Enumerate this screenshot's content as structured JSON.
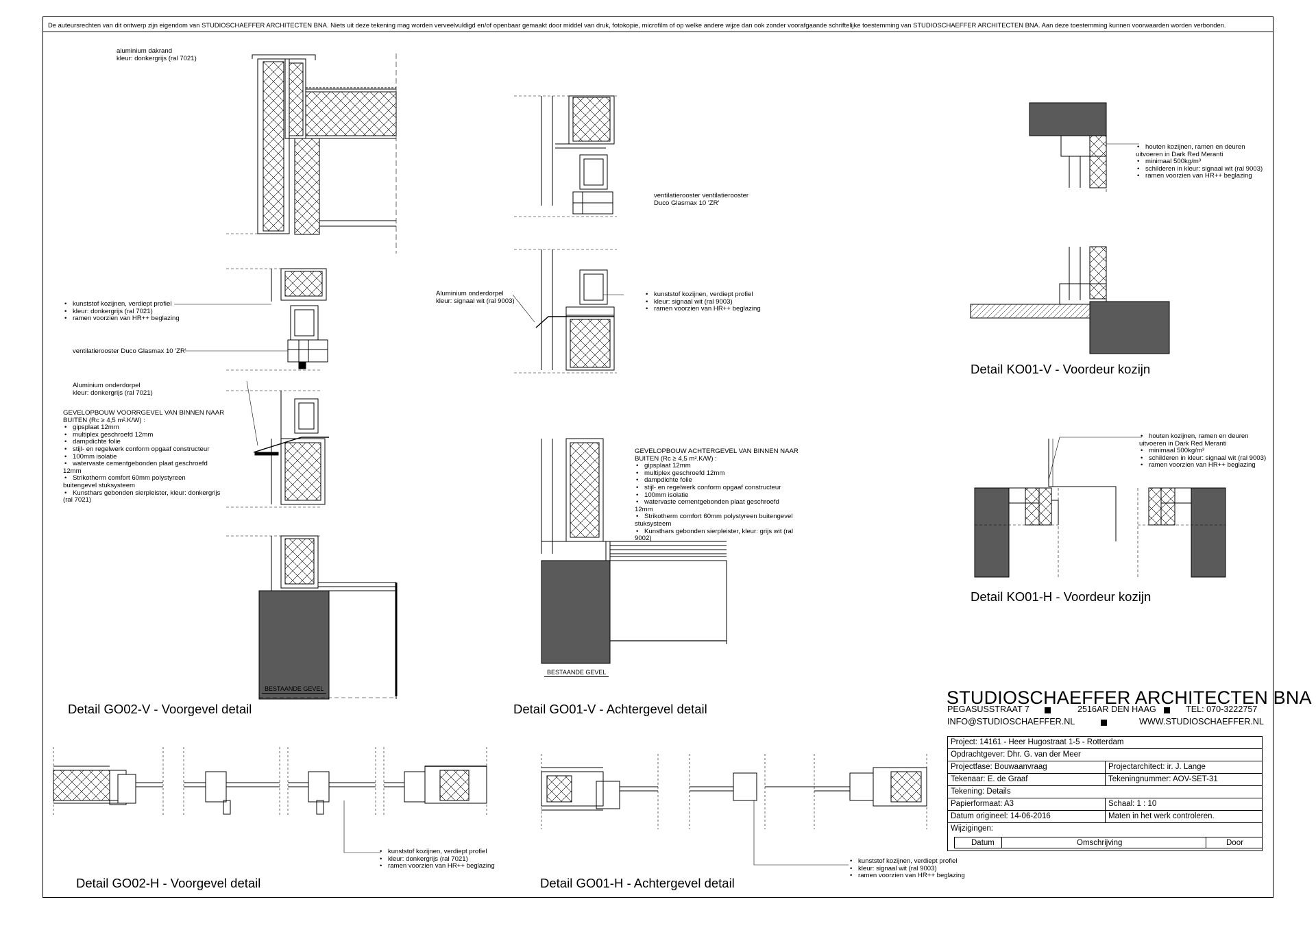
{
  "copyright": "De auteursrechten van dit ontwerp zijn eigendom van STUDIOSCHAEFFER ARCHITECTEN BNA. Niets uit deze tekening mag worden verveelvuldigd en/of openbaar gemaakt door middel van druk, fotokopie, microfilm of op welke andere wijze dan ook zonder voorafgaande schriftelijke toestemming van STUDIOSCHAEFFER ARCHITECTEN BNA. Aan deze toestemming kunnen voorwaarden worden verbonden.",
  "details": {
    "go02v": {
      "title": "Detail GO02-V - Voorgevel detail",
      "note_dakrand": [
        "aluminium dakrand",
        "kleur: donkergrijs (ral 7021)"
      ],
      "note_kozijn": [
        "kunststof kozijnen, verdiept profiel",
        "kleur: donkergrijs (ral 7021)",
        "ramen voorzien van HR++ beglazing"
      ],
      "note_rooster": "ventilatierooster Duco Glasmax 10 'ZR'",
      "note_dorpel": [
        "Aluminium onderdorpel",
        "kleur: donkergrijs (ral 7021)"
      ],
      "opbouw_head": [
        "GEVELOPBOUW VOORRGEVEL VAN BINNEN NAAR",
        "BUITEN (Rc ≥ 4,5 m².K/W) :"
      ],
      "opbouw_items": [
        "gipsplaat 12mm",
        "multiplex geschroefd 12mm",
        "dampdichte folie",
        "stijl- en regelwerk conform opgaaf constructeur",
        "100mm isolatie",
        "watervaste cementgebonden plaat geschroefd 12mm",
        "Strikotherm comfort 60mm polystyreen buitengevel stuksysteem",
        "Kunsthars gebonden sierpleister, kleur: donkergrijs (ral 7021)"
      ],
      "tag": "BESTAANDE GEVEL"
    },
    "go01v": {
      "title": "Detail GO01-V - Achtergevel detail",
      "note_rooster": [
        "ventilatierooster ventilatierooster",
        "Duco Glasmax 10 'ZR'"
      ],
      "note_dorpel": [
        "Aluminium onderdorpel",
        "kleur: signaal wit (ral 9003)"
      ],
      "note_kozijn": [
        "kunststof kozijnen, verdiept profiel",
        "kleur: signaal wit (ral 9003)",
        "ramen voorzien van HR++ beglazing"
      ],
      "opbouw_head": [
        "GEVELOPBOUW ACHTERGEVEL VAN BINNEN NAAR",
        "BUITEN (Rc ≥ 4,5 m².K/W) :"
      ],
      "opbouw_items": [
        "gipsplaat 12mm",
        "multiplex geschroefd 12mm",
        "dampdichte folie",
        "stijl- en regelwerk conform opgaaf constructeur",
        "100mm isolatie",
        "watervaste cementgebonden plaat geschroefd 12mm",
        "Strikotherm comfort 60mm polystyreen buitengevel stuksysteem",
        "Kunsthars gebonden sierpleister, kleur: grijs wit (ral 9002)"
      ],
      "tag": "BESTAANDE GEVEL"
    },
    "ko01v": {
      "title": "Detail KO01-V - Voordeur kozijn",
      "note": [
        "houten kozijnen, ramen en deuren uitvoeren in Dark Red Meranti",
        "minimaal 500kg/m³",
        "schilderen in kleur: signaal wit (ral 9003)",
        "ramen voorzien van HR++ beglazing"
      ]
    },
    "ko01h": {
      "title": "Detail KO01-H - Voordeur kozijn",
      "note": [
        "houten kozijnen, ramen en deuren uitvoeren in Dark Red Meranti",
        "minimaal 500kg/m³",
        "schilderen in kleur: signaal wit (ral 9003)",
        "ramen voorzien van HR++ beglazing"
      ]
    },
    "go02h": {
      "title": "Detail GO02-H - Voorgevel detail",
      "note": [
        "kunststof kozijnen, verdiept profiel",
        "kleur: donkergrijs (ral 7021)",
        "ramen voorzien van HR++ beglazing"
      ]
    },
    "go01h": {
      "title": "Detail GO01-H - Achtergevel detail",
      "note": [
        "kunststof kozijnen, verdiept profiel",
        "kleur: signaal wit (ral 9003)",
        "ramen voorzien van HR++ beglazing"
      ]
    }
  },
  "firm": {
    "name": "STUDIOSCHAEFFER ARCHITECTEN BNA",
    "street": "PEGASUSSTRAAT 7",
    "city": "2516AR DEN HAAG",
    "tel": "TEL: 070-3222757",
    "email": "INFO@STUDIOSCHAEFFER.NL",
    "web": "WWW.STUDIOSCHAEFFER.NL"
  },
  "titleblock": {
    "project": "Project: 14161 - Heer Hugostraat 1-5 - Rotterdam",
    "opdrachtgever": "Opdrachtgever: Dhr. G. van der Meer",
    "projectfase": "Projectfase: Bouwaanvraag",
    "projectarchitect": "Projectarchitect: ir. J. Lange",
    "tekenaar": "Tekenaar: E. de Graaf",
    "tekeningnummer": "Tekeningnummer:  AOV-SET-31",
    "tekening": "Tekening: Details",
    "papierformaat": "Papierformaat: A3",
    "schaal": "Schaal:   1 : 10",
    "datum": "Datum origineel:  14-06-2016",
    "maten": "Maten in het werk controleren.",
    "wijzigingen": "Wijzigingen:",
    "col_datum": "Datum",
    "col_omschrijving": "Omschrijving",
    "col_door": "Door"
  },
  "colors": {
    "ink": "#000000",
    "concrete": "#5a5a5a",
    "paper": "#ffffff"
  }
}
